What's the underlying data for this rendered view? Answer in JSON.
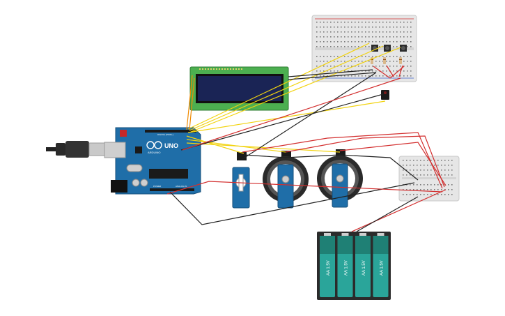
{
  "arduino": {
    "brand_text": "ARDUINO",
    "model_text": "UNO",
    "digital_header_text": "DIGITAL (PWM~)",
    "analog_header_text": "ANALOG IN",
    "power_header_text": "POWER",
    "logo": "infinity-logo",
    "board_color": "#1f6ea8",
    "usb_connector": "usb-b-cable"
  },
  "lcd": {
    "type": "16x2-character-lcd",
    "pcb_color": "#4caf50",
    "screen_color": "#1a2455"
  },
  "battery_pack": {
    "cell_count": 4,
    "cell_labels": [
      "AA 1.5V",
      "AA 1.5V",
      "AA 1.5V",
      "AA 1.5V"
    ],
    "cell_color": "#2aa59a"
  },
  "servos": [
    {
      "type": "micro-servo",
      "wheel": false
    },
    {
      "type": "continuous-servo",
      "wheel": true
    },
    {
      "type": "continuous-servo",
      "wheel": true
    }
  ],
  "breadboards": [
    {
      "size": "half",
      "buttons": 3,
      "resistors": 3
    },
    {
      "size": "mini",
      "buttons": 0,
      "resistors": 0
    }
  ],
  "wire_colors": {
    "red": "#d32f2f",
    "black": "#212121",
    "yellow": "#f2d30f",
    "orange": "#f08a00"
  }
}
